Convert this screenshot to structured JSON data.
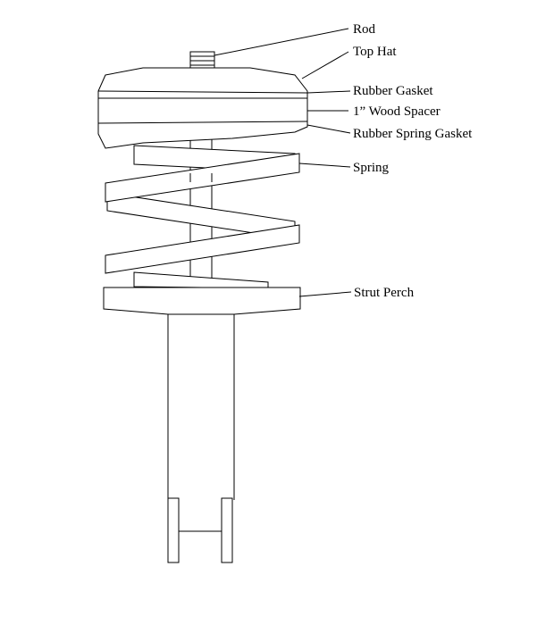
{
  "diagram": {
    "labels": {
      "rod": "Rod",
      "top_hat": "Top Hat",
      "rubber_gasket": "Rubber Gasket",
      "wood_spacer": "1” Wood Spacer",
      "rubber_spring_gasket": "Rubber Spring Gasket",
      "spring": "Spring",
      "strut_perch": "Strut Perch"
    },
    "colors": {
      "line": "#000000",
      "background": "#ffffff"
    }
  }
}
